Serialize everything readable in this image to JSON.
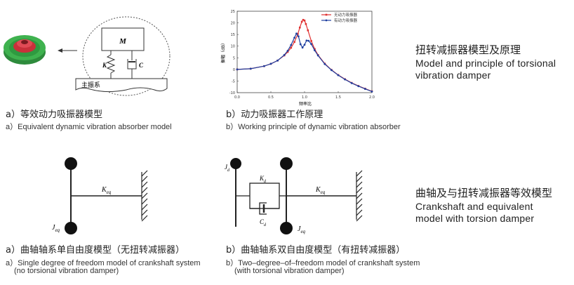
{
  "panel_a": {
    "mass_label": "M",
    "k_label": "K",
    "c_label": "C",
    "base_label": "主振系",
    "caption_cn": "a）等效动力吸振器模型",
    "caption_en": "a）Equivalent dynamic vibration absorber model"
  },
  "panel_b": {
    "caption_cn": "b）动力吸振器工作原理",
    "caption_en": "b）Working principle of dynamic vibration absorber"
  },
  "chart_data": {
    "type": "line",
    "xlabel": "频率比",
    "ylabel": "振幅（dB）",
    "xlim": [
      0,
      2.0
    ],
    "ylim": [
      -10,
      25
    ],
    "x_ticks": [
      "0.0",
      "0.5",
      "1.0",
      "1.5",
      "2.0"
    ],
    "y_ticks": [
      "-10",
      "-5",
      "0",
      "5",
      "10",
      "15",
      "20",
      "25"
    ],
    "legend_position": "top-right",
    "series": [
      {
        "name": "无动力吸振器",
        "color": "#e03030",
        "x": [
          0,
          0.2,
          0.4,
          0.5,
          0.6,
          0.7,
          0.75,
          0.8,
          0.85,
          0.9,
          0.93,
          0.96,
          0.98,
          1.0,
          1.02,
          1.05,
          1.1,
          1.15,
          1.2,
          1.3,
          1.4,
          1.5,
          1.6,
          1.7,
          1.8,
          1.9,
          2.0
        ],
        "y": [
          0,
          0.3,
          1.4,
          2.4,
          3.8,
          6.0,
          7.5,
          9.3,
          11.8,
          15.2,
          18.0,
          20.5,
          21.3,
          21.0,
          19.5,
          16.8,
          12.2,
          8.8,
          6.2,
          2.5,
          -0.2,
          -2.4,
          -4.2,
          -5.8,
          -7.1,
          -8.3,
          -9.4
        ]
      },
      {
        "name": "有动力吸振器",
        "color": "#2040a0",
        "x": [
          0,
          0.2,
          0.4,
          0.5,
          0.6,
          0.7,
          0.75,
          0.8,
          0.85,
          0.88,
          0.91,
          0.94,
          0.97,
          1.0,
          1.03,
          1.06,
          1.1,
          1.15,
          1.2,
          1.3,
          1.4,
          1.5,
          1.6,
          1.7,
          1.8,
          1.9,
          2.0
        ],
        "y": [
          0,
          0.3,
          1.4,
          2.4,
          3.8,
          6.2,
          8.0,
          10.5,
          13.6,
          15.4,
          14.2,
          10.8,
          9.4,
          10.6,
          12.4,
          12.3,
          10.9,
          8.2,
          6.0,
          2.3,
          -0.3,
          -2.5,
          -4.3,
          -5.9,
          -7.2,
          -8.4,
          -9.5
        ]
      }
    ]
  },
  "side_top": {
    "title_cn": "扭转减振器模型及原理",
    "line1_en": "Model and principle of torsional",
    "line2_en": "vibration damper"
  },
  "panel_c": {
    "k_label": "K",
    "k_sub": "eq",
    "j_label": "J",
    "j_sub": "eq",
    "caption_cn": "a）曲轴轴系单自由度模型（无扭转减振器）",
    "caption_en_1": "a）Single degree of freedom model of crankshaft system",
    "caption_en_2": "(no torsional vibration damper)"
  },
  "panel_d": {
    "jd_label": "J",
    "jd_sub": "d",
    "kd_label": "K",
    "kd_sub": "d",
    "cd_label": "C",
    "cd_sub": "d",
    "k_label": "K",
    "k_sub": "eq",
    "j_label": "J",
    "j_sub": "eq",
    "caption_cn": "b）曲轴轴系双自由度模型（有扭转减振器）",
    "caption_en_1": "b）Two–degree–of–freedom model of crankshaft system",
    "caption_en_2": "(with torsional vibration damper)"
  },
  "side_bottom": {
    "title_cn": "曲轴及与扭转减振器等效模型",
    "line1_en": "Crankshaft and equivalent",
    "line2_en": "model with torsion damper"
  }
}
